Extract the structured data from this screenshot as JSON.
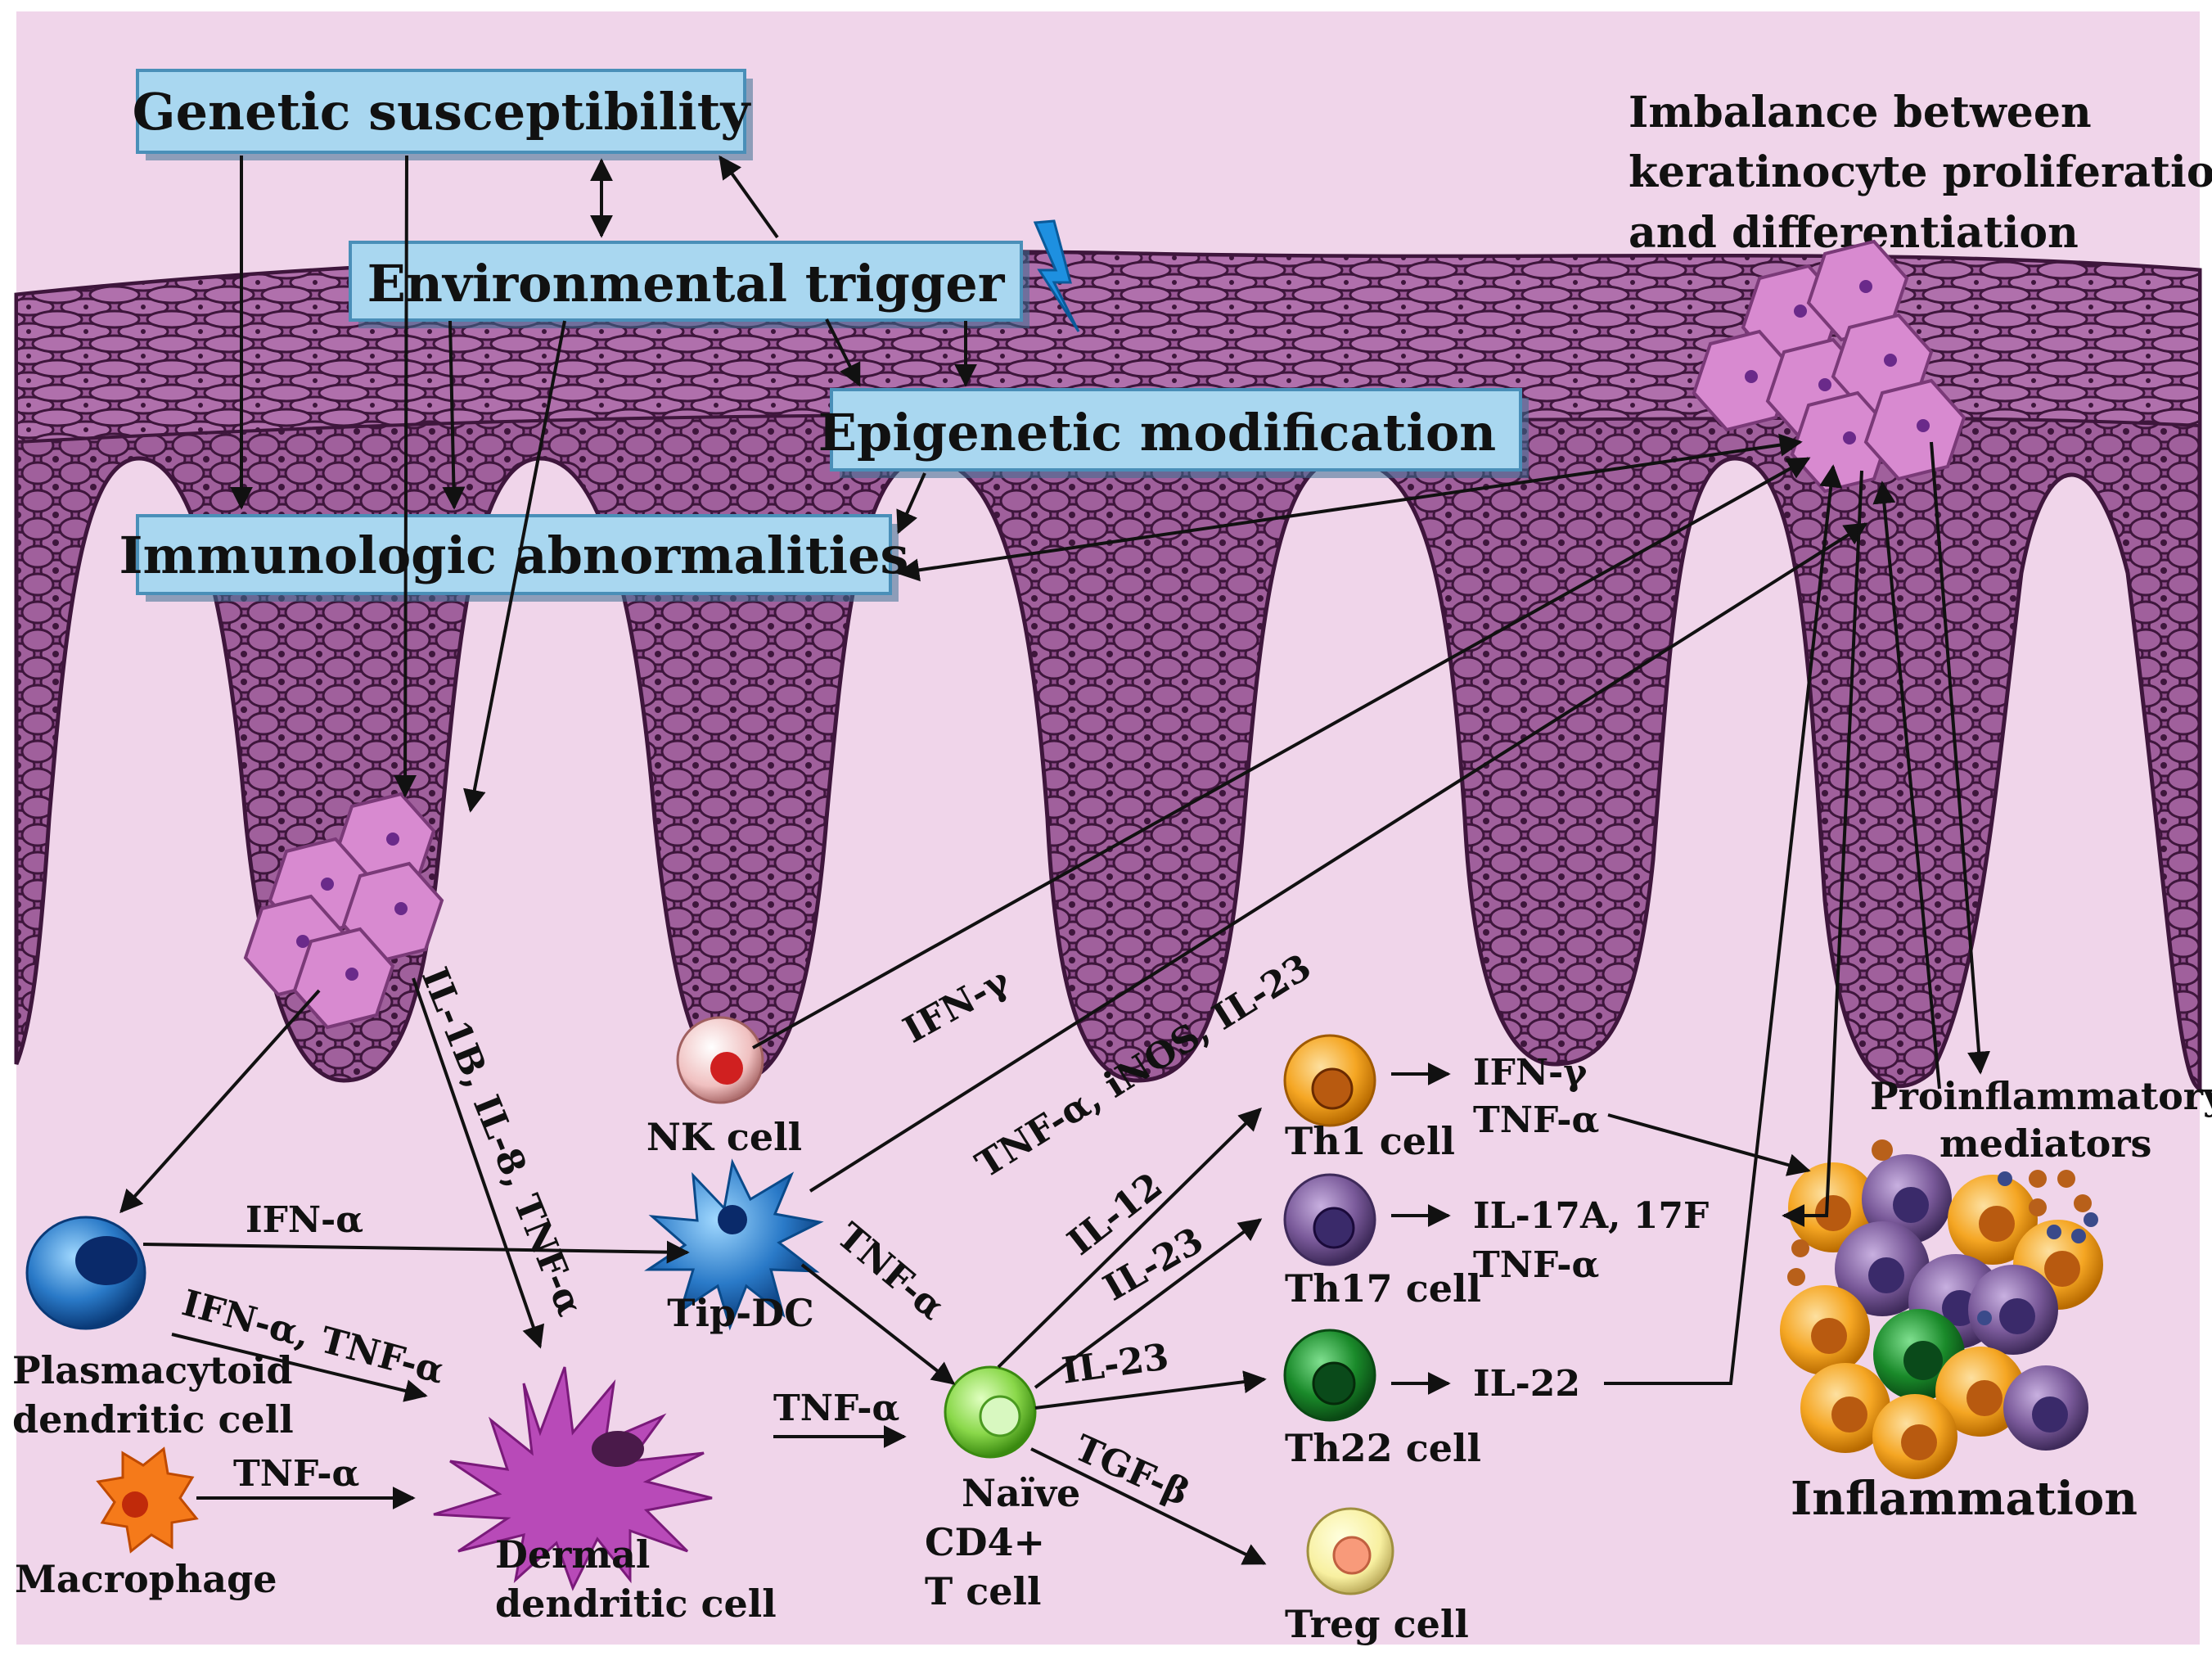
{
  "boxes": {
    "genetic": "Genetic susceptibility",
    "environmental": "Environmental trigger",
    "epigenetic": "Epigenetic modification",
    "immunologic": "Immunologic abnormalities"
  },
  "imbalance": {
    "line1": "Imbalance between",
    "line2": "keratinocyte  proliferation",
    "line3": "and differentiation"
  },
  "cells": {
    "nk": "NK cell",
    "tipdc": "Tip-DC",
    "plasmacytoid1": "Plasmacytoid",
    "plasmacytoid2": "dendritic cell",
    "macrophage": "Macrophage",
    "dermal1": "Dermal",
    "dermal2": "dendritic cell",
    "naive1": "Naïve",
    "naive2": "CD4+",
    "naive3": "T cell",
    "th1": "Th1 cell",
    "th17": "Th17 cell",
    "th22": "Th22 cell",
    "treg": "Treg cell"
  },
  "cytokines": {
    "ifn_gamma_nk": "IFN-γ",
    "tip_products": "TNF-α, iNOS, IL-23",
    "kc_products": "IL-1B, IL-8, TNF-α",
    "ifn_alpha": "IFN-α",
    "ifn_alpha_tnf": "IFN-α, TNF-α",
    "tnf_macrophage": "TNF-α",
    "tnf_dermal": "TNF-α",
    "tnf_tipdc": "TNF-α",
    "il12": "IL-12",
    "il23_th17": "IL-23",
    "il23_th22": "IL-23",
    "tgfb": "TGF-β",
    "th1_out1": "IFN-γ",
    "th1_out2": "TNF-α",
    "th17_out1": "IL-17A, 17F",
    "th17_out2": "TNF-α",
    "th22_out": "IL-22"
  },
  "proinflammatory": {
    "line1": "Proinflammatory",
    "line2": "mediators"
  },
  "inflammation": "Inflammation",
  "colors": {
    "background": "#f0d5ea",
    "skin": "#8a4a86",
    "skin_dark": "#4a1e48",
    "box_fill": "#a9d7f0",
    "th1": "#f5a623",
    "th17": "#7a5a9a",
    "th22": "#1a8a2a",
    "treg": "#f8f0a0",
    "naive": "#8ad84a",
    "tipdc": "#2a8ad8",
    "dermal": "#b84ab8",
    "macrophage": "#f57a1a",
    "plasmacytoid": "#2a7ac8",
    "nk": "#f0c0c0"
  }
}
